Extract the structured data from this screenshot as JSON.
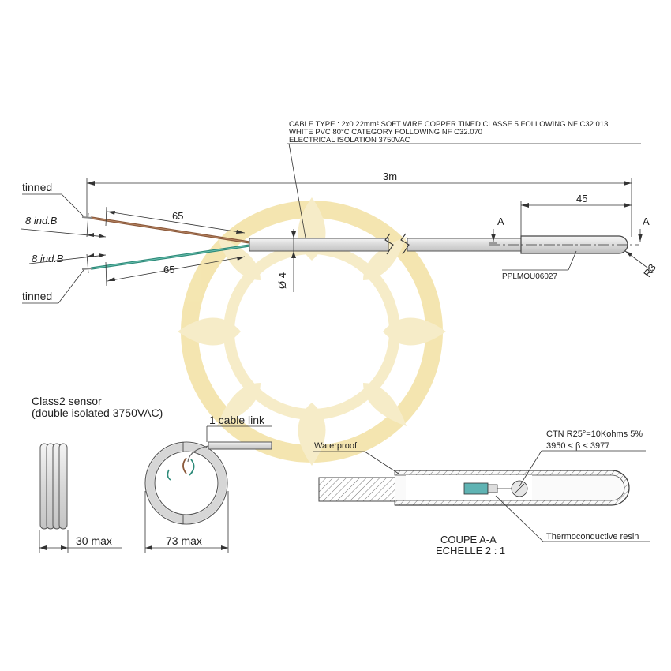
{
  "cable_note": {
    "line1": "CABLE TYPE : 2x0.22mm² SOFT WIRE COPPER TINED CLASSE 5 FOLLOWING NF C32.013",
    "line2": "WHITE PVC 80°C CATEGORY FOLLOWING NF C32.070",
    "line3": "ELECTRICAL ISOLATION 3750VAC"
  },
  "dimensions": {
    "total_length": "3m",
    "sleeve_length": "45",
    "wire_strip_top": "65",
    "wire_strip_bottom": "65",
    "strip_top": "8 ind.B",
    "strip_bottom": "8 ind.B",
    "diameter": "Ø 4",
    "tip_radius": "R3",
    "coil_width": "30 max",
    "coil_diameter": "73 max"
  },
  "labels": {
    "tinned_top": "tinned",
    "tinned_bottom": "tinned",
    "section_mark_left": "A",
    "section_mark_right": "A",
    "part_number": "PPLMOU06027",
    "class_line1": "Class2 sensor",
    "class_line2": "(double isolated 3750VAC)",
    "cable_link": "1 cable link",
    "waterproof": "Waterproof",
    "ctn_line1": "CTN R25°=10Kohms 5%",
    "ctn_line2": "3950 < β < 3977",
    "resin": "Thermoconductive resin",
    "section_title": "COUPE A-A",
    "section_scale": "ECHELLE 2 : 1"
  },
  "colors": {
    "wire_brown": "#8B5A3C",
    "wire_green": "#2E8B7A",
    "watermark": "#F3E3A8",
    "line": "#333333"
  }
}
